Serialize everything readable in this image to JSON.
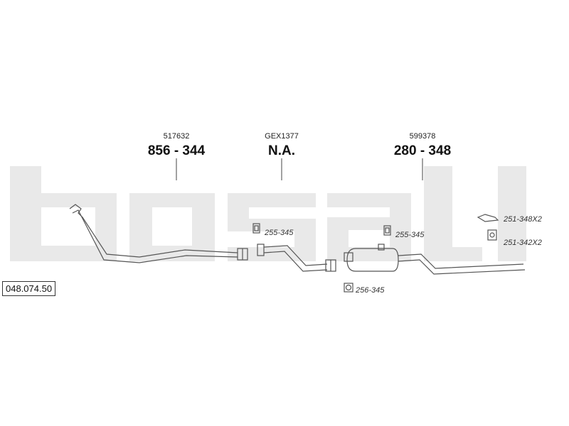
{
  "reference": "048.074.50",
  "watermark": "bosal",
  "parts": [
    {
      "code": "517632",
      "number": "856 - 344"
    },
    {
      "code": "GEX1377",
      "number": "N.A."
    },
    {
      "code": "599378",
      "number": "280 - 348"
    }
  ],
  "small_labels": [
    "255-345",
    "255-345",
    "256-345",
    "251-348X2",
    "251-342X2"
  ],
  "colors": {
    "watermark": "#e9e9e9",
    "line": "#555555"
  }
}
